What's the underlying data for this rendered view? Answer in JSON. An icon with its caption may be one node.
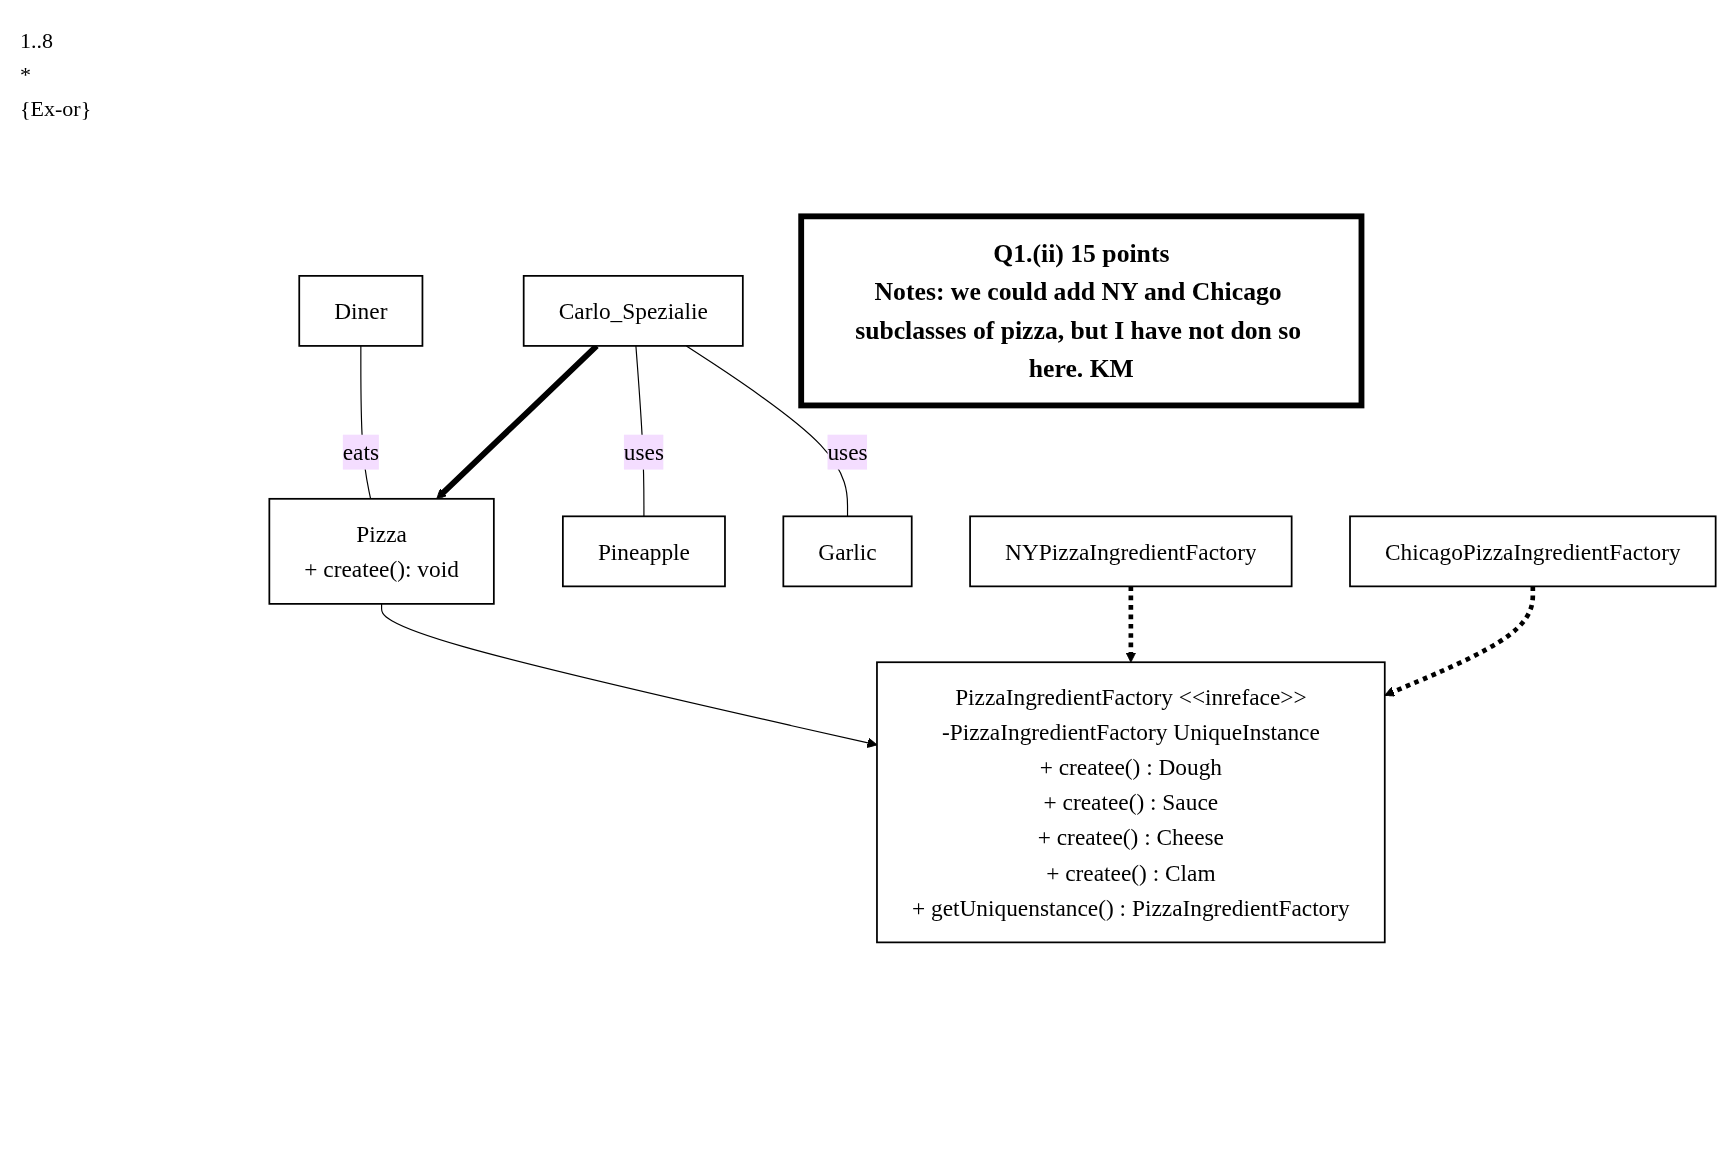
{
  "diagram": {
    "nodes": [
      {
        "text": [
          "Diner"
        ]
      },
      {
        "text": [
          "Pizza",
          "+ createe(): void"
        ]
      },
      {
        "text": [
          "Carlo_Spezialie"
        ]
      },
      {
        "text": [
          "Pineapple"
        ]
      },
      {
        "text": [
          "Garlic"
        ]
      },
      {
        "text": [
          "PizzaIngredientFactory <<inreface>>",
          "-PizzaIngredientFactory UniqueInstance",
          "+ createe() : Dough",
          "+ createe() : Sauce",
          "+ createe() : Cheese",
          "+ createe() : Clam",
          "+ getUniquenstance() : PizzaIngredientFactory"
        ]
      },
      {
        "text": [
          "NYPizzaIngredientFactory"
        ]
      },
      {
        "text": [
          "ChicagoPizzaIngredientFactory"
        ]
      },
      {
        "text": [
          "Q1.(ii) 15 points",
          "Notes: we could add NY and Chicago subclasses of pizza, but I have not don so here. KM"
        ]
      }
    ],
    "edges": [
      {
        "from": 0,
        "to": 1,
        "arrow": "none",
        "label": "eats"
      },
      {
        "from": 1,
        "to": 5,
        "arrow": "to"
      },
      {
        "from": 2,
        "to": 1,
        "arrow": "to",
        "style": "thick"
      },
      {
        "from": 2,
        "to": 3,
        "arrow": "none",
        "label": "uses"
      },
      {
        "from": 2,
        "to": 4,
        "arrow": "none",
        "label": "uses"
      },
      {
        "from": 6,
        "to": 5,
        "arrow": "to",
        "style": "dashed"
      },
      {
        "from": 7,
        "to": 5,
        "arrow": "to",
        "style": "dashed"
      }
    ],
    "labels": [
      "1..8",
      "*",
      "{Ex-or}"
    ]
  }
}
